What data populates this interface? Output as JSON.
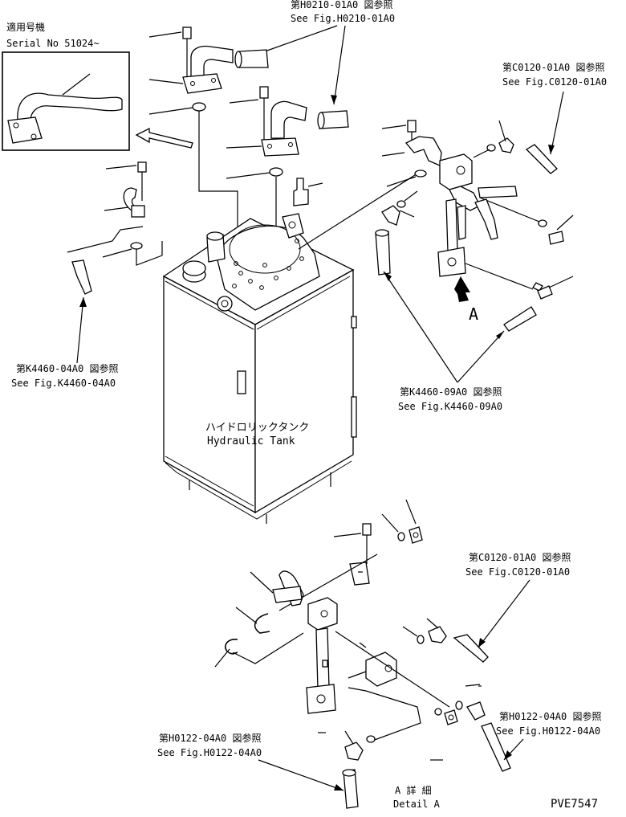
{
  "refs": {
    "h0210": {
      "jp": "第H0210-01A0 図参照",
      "en": "See Fig.H0210-01A0"
    },
    "c0120_top": {
      "jp": "第C0120-01A0 図参照",
      "en": "See Fig.C0120-01A0"
    },
    "k4460_04": {
      "jp": "第K4460-04A0 図参照",
      "en": "See Fig.K4460-04A0"
    },
    "k4460_09": {
      "jp": "第K4460-09A0 図参照",
      "en": "See Fig.K4460-09A0"
    },
    "c0120_bottom": {
      "jp": "第C0120-01A0 図参照",
      "en": "See Fig.C0120-01A0"
    },
    "h0122_right": {
      "jp": "第H0122-04A0 図参照",
      "en": "See Fig.H0122-04A0"
    },
    "h0122_left": {
      "jp": "第H0122-04A0 図参照",
      "en": "See Fig.H0122-04A0"
    }
  },
  "serial": {
    "jp": "適用号機",
    "en": "Serial No 51024~"
  },
  "tank": {
    "jp": "ハイドロリックタンク",
    "en": "Hydraulic Tank"
  },
  "view_arrow_label": "A",
  "detail": {
    "jp": "A 詳 細",
    "en": "Detail A"
  },
  "drawing_number": "PVE7547"
}
